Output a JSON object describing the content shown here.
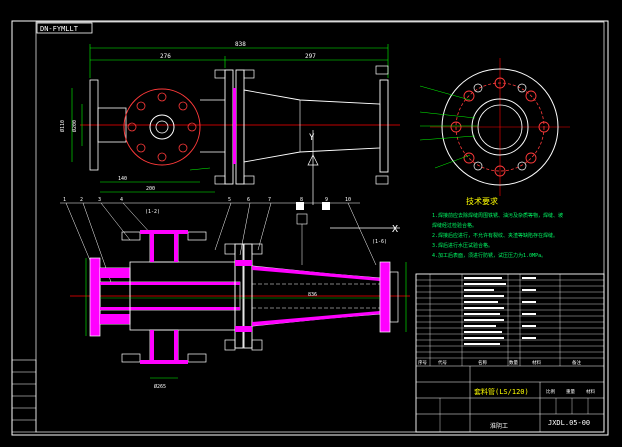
{
  "title_tag": "DN-FYMLLT",
  "notes": {
    "heading": "技术要求",
    "lines": [
      "1.焊接前应去除焊缝周围铁锈、油污及杂质等物，焊缝、坡",
      "焊缝经过检验合格。",
      "2.焊接后应进行，不允许有裂纹、夹渣等缺陷存在焊缝。",
      "3.焊后进行水压试验合格。",
      "4.加工后表面，须进行防锈，试压压力为1.0MPa。"
    ]
  },
  "title_block": {
    "part_name": "套料管(LS/120)",
    "drawing_no": "JXDL.05-00",
    "scale_label": "比例",
    "weight_label": "重量",
    "material_label": "材料",
    "header_cells": [
      "序号",
      "代号",
      "名称",
      "数量",
      "材料",
      "备注"
    ],
    "school": "淮阴工"
  },
  "dims": {
    "top_overall": "838",
    "top_left": "276",
    "top_right": "297",
    "left_v1": "Ø110",
    "left_v2": "Ø200",
    "bottom_1": "140",
    "bottom_2": "200",
    "section_len": "836",
    "flange_dia": "Ø265"
  },
  "section_labels": {
    "y_axis": "Y",
    "x_axis": "X",
    "section_a": "(1-2)",
    "section_b": "(1-6)"
  },
  "leader_numbers": [
    "1",
    "2",
    "3",
    "4",
    "5",
    "6",
    "7",
    "8",
    "9",
    "10"
  ],
  "colors": {
    "background": "#000000",
    "outline": "#ffffff",
    "part": "#ff3a3a",
    "fill": "#ff00ff",
    "dimension": "#00ff00",
    "centerline": "#ff0000",
    "text": "#ffff00",
    "note": "#00ff66",
    "leader": "#00ffff"
  }
}
